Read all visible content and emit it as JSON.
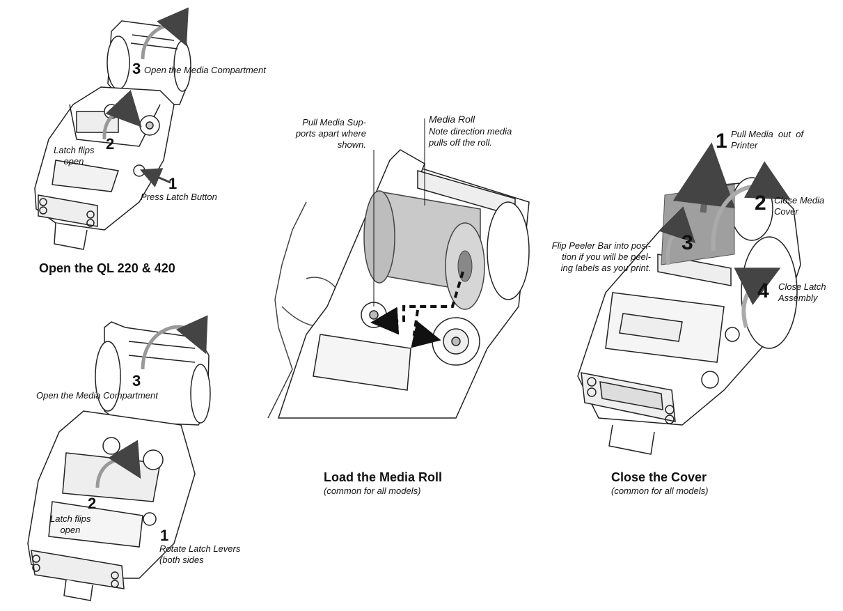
{
  "panel_open_ql220": {
    "title": "Open the QL 220 & 420",
    "step3": {
      "num": "3",
      "text": "Open the Media Compartment"
    },
    "step2": {
      "num": "2",
      "text": "Latch flips\n    open"
    },
    "step1": {
      "num": "1",
      "text": "Press Latch Button"
    }
  },
  "panel_open_ql320": {
    "step3": {
      "num": "3",
      "text": "Open the Media Compartment"
    },
    "step2": {
      "num": "2",
      "text": "Latch flips\n    open"
    },
    "step1": {
      "num": "1",
      "text": "Rotate Latch Levers\n(both sides"
    }
  },
  "panel_load": {
    "title": "Load the Media Roll",
    "subtitle": "(common for all models)",
    "supports_text": "Pull Media Sup-\nports apart where\nshown.",
    "roll_title": "Media Roll",
    "roll_note": "Note direction media\npulls off the roll."
  },
  "panel_close": {
    "title": "Close the Cover",
    "subtitle": "(common for all models)",
    "step1": {
      "num": "1",
      "text": "Pull Media  out  of\nPrinter"
    },
    "step2": {
      "num": "2",
      "text": "Close Media\nCover"
    },
    "step3": {
      "num": "3",
      "text": "Flip Peeler Bar into posi-\ntion if you will be peel-\ning labels as you print."
    },
    "step4": {
      "num": "4",
      "text": "Close Latch\nAssembly"
    }
  }
}
